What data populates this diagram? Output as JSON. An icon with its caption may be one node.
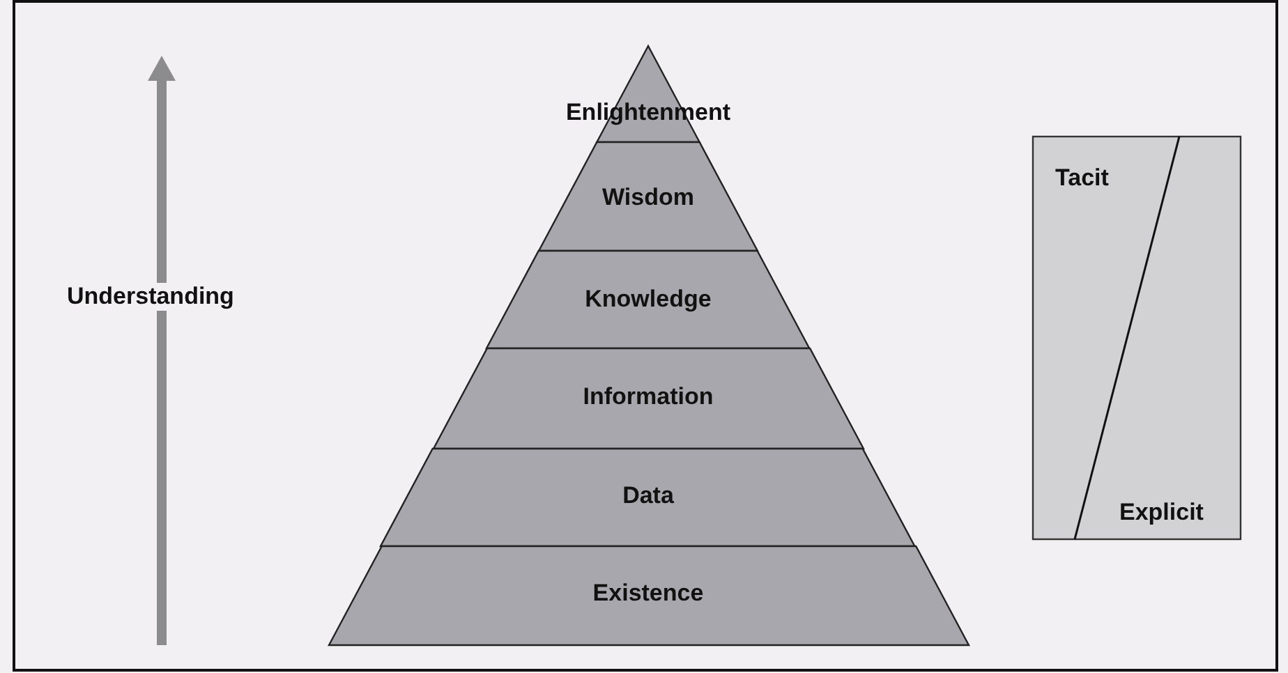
{
  "diagram": {
    "nodes": [
      {
        "text": [
          "Enlightenment"
        ]
      },
      {
        "text": [
          "Wisdom"
        ]
      },
      {
        "text": [
          "Knowledge"
        ]
      },
      {
        "text": [
          "Information"
        ]
      },
      {
        "text": [
          "Data"
        ]
      },
      {
        "text": [
          "Existence"
        ]
      },
      {
        "text": [
          "Tacit",
          "Explicit"
        ]
      }
    ],
    "labels": [
      "Understanding"
    ]
  }
}
